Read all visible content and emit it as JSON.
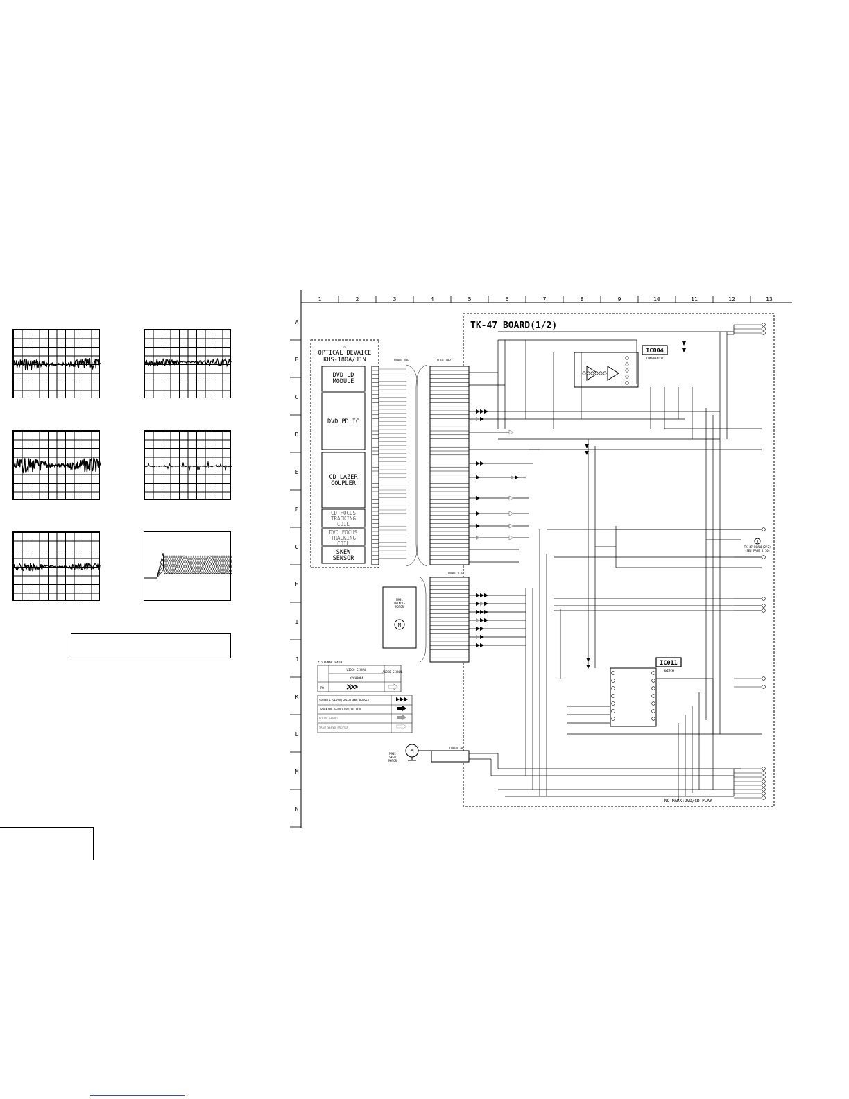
{
  "grid": {
    "columns": [
      "1",
      "2",
      "3",
      "4",
      "5",
      "6",
      "7",
      "8",
      "9",
      "10",
      "11",
      "12",
      "13"
    ],
    "rows": [
      "A",
      "B",
      "C",
      "D",
      "E",
      "F",
      "G",
      "H",
      "I",
      "J",
      "K",
      "L",
      "M",
      "N"
    ]
  },
  "board": {
    "title": "TK-47 BOARD(1/2)",
    "footer_note": "NO MARK:DVD/CD PLAY"
  },
  "optical_device": {
    "warning_symbol": "⚠",
    "title_line1": "OPTICAL DEVAICE",
    "title_line2": "KHS-180A/J1N",
    "blocks": [
      {
        "line1": "DVD LD",
        "line2": "MODULE"
      },
      {
        "line1": "DVD PD IC",
        "line2": ""
      },
      {
        "line1": "CD LAZER",
        "line2": "COUPLER"
      },
      {
        "line1": "CD FOCUS",
        "line2": "TRACKING",
        "line3": "COIL"
      },
      {
        "line1": "DVD FOCUS",
        "line2": "TRACKING",
        "line3": "COIL"
      },
      {
        "line1": "SKEW",
        "line2": "SENSOR"
      }
    ]
  },
  "ics": {
    "ic004": {
      "label": "IC004",
      "sub": "COMPARATOR"
    },
    "ic011": {
      "label": "IC011",
      "sub": "SWITCH"
    }
  },
  "connectors": {
    "cn001": "CN001 48P",
    "cn101": "CN101 48P",
    "cn002": "CN002 12P",
    "cn004": "CN004 2P"
  },
  "motors": {
    "spindle": {
      "line1": "M901",
      "line2": "SPINDLE",
      "line3": "MOTOR",
      "symbol": "M"
    },
    "skew": {
      "line1": "M902",
      "line2": "SKEW",
      "line3": "MOTOR",
      "symbol": "M"
    }
  },
  "off_page": {
    "ref_number": "3",
    "line1": "TK-47 BOARD(2/2)",
    "line2": "(SEE PAGE 4-10)"
  },
  "legend": {
    "header": "* SIGNAL PATH",
    "col_video": "VIDEO SIGNAL",
    "col_video_sub": "Y/CHROMA",
    "col_audio": "AUDIO SIGNAL",
    "row_pb": "PB",
    "servo_items": [
      "SPINDLE SERVO(SPEED AND PHASE)",
      "TRACKING SERVO DVD/CD DDV",
      "FOCUS SERVO",
      "SKEW SERVO DVD/CD"
    ]
  },
  "waveforms": [
    {
      "type": "noise"
    },
    {
      "type": "noise"
    },
    {
      "type": "noise"
    },
    {
      "type": "spikes"
    },
    {
      "type": "noise"
    },
    {
      "type": "eye"
    }
  ]
}
